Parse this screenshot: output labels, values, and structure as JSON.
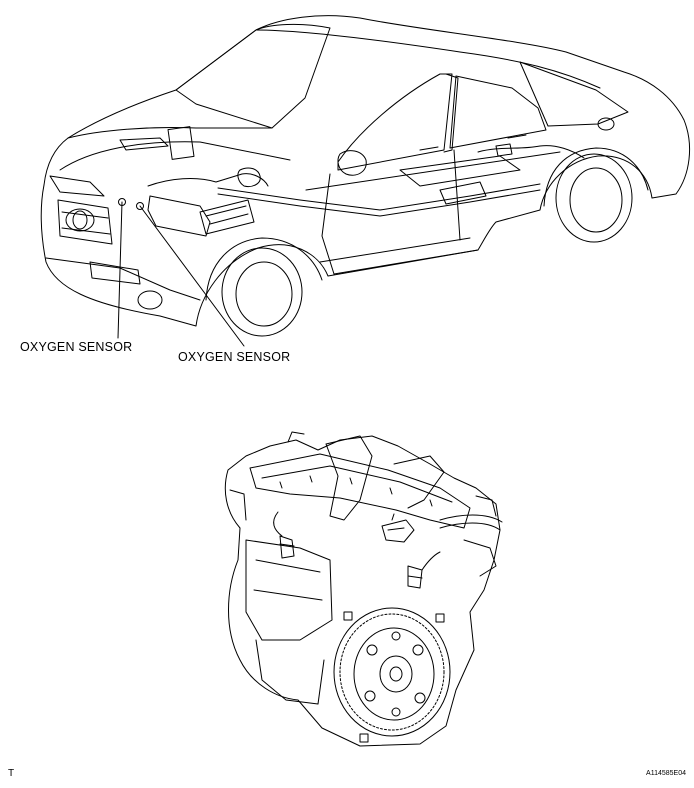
{
  "labels": {
    "sensor_left": "OXYGEN SENSOR",
    "sensor_right": "OXYGEN SENSOR"
  },
  "footer": {
    "left_mark": "T",
    "figure_id": "A114585E04"
  }
}
